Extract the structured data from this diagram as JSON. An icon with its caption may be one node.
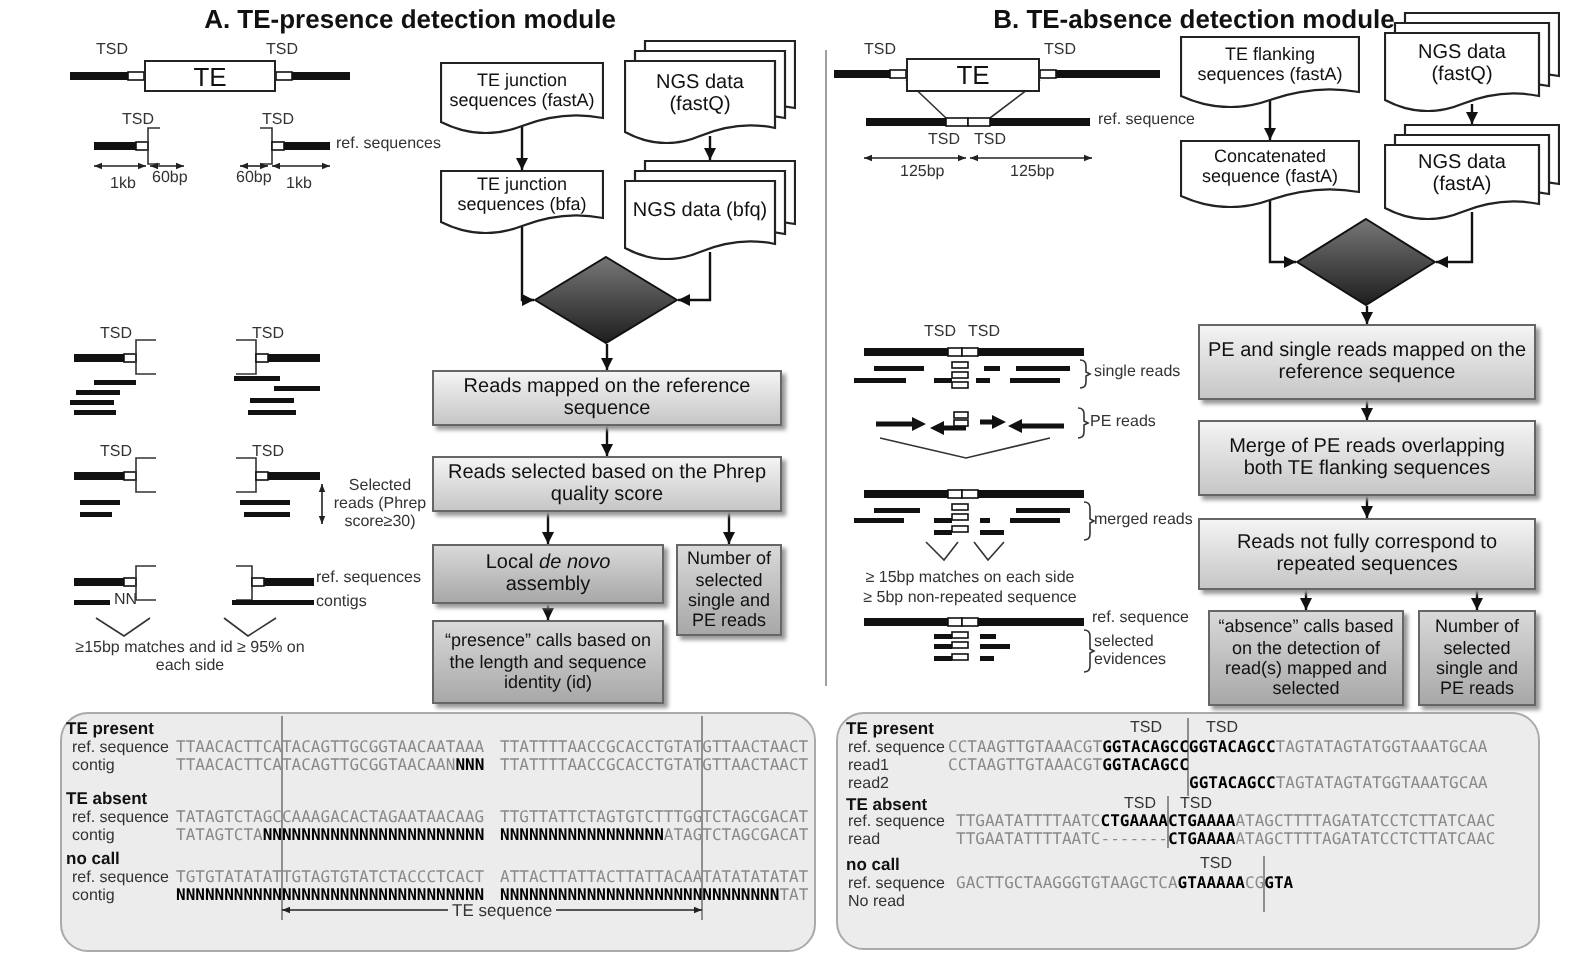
{
  "diagram": {
    "nodes": [
      {
        "text": [
          "TE junction sequences (fastA)"
        ]
      },
      {
        "text": [
          "NGS data (fastQ)"
        ]
      },
      {
        "text": [
          "TE junction sequences (bfa)"
        ]
      },
      {
        "text": [
          "NGS data (bfq)"
        ]
      },
      {
        "text": [],
        "shape": "diamond"
      },
      {
        "text": [
          "Reads mapped on the reference sequence"
        ]
      },
      {
        "text": [
          "Reads selected based on the Phrep quality score"
        ]
      },
      {
        "text": [
          "Local *de novo* assembly"
        ]
      },
      {
        "text": [
          "Number of selected single and PE reads"
        ]
      },
      {
        "text": [
          "“presence” calls based on the length and sequence identity (id)"
        ]
      },
      {
        "text": [
          "TE flanking sequences (fastA)"
        ]
      },
      {
        "text": [
          "NGS data (fastQ)"
        ]
      },
      {
        "text": [
          "Concatenated sequence (fastA)"
        ]
      },
      {
        "text": [
          "NGS data (fastA)"
        ]
      },
      {
        "text": [],
        "shape": "diamond"
      },
      {
        "text": [
          "PE and single reads mapped on the reference sequence"
        ]
      },
      {
        "text": [
          "Merge of PE reads overlapping both TE flanking sequences"
        ]
      },
      {
        "text": [
          "Reads not fully correspond to repeated sequences"
        ]
      },
      {
        "text": [
          "“absence” calls based on the detection of read(s) mapped and selected"
        ]
      },
      {
        "text": [
          "Number of selected single and PE reads"
        ]
      },
      {
        "text": [
          "TE"
        ]
      },
      {
        "text": [
          "TE"
        ]
      }
    ],
    "edges": [
      {
        "from": 0,
        "to": 2,
        "arrow": "to"
      },
      {
        "from": 1,
        "to": 3,
        "arrow": "to"
      },
      {
        "from": 2,
        "to": 4,
        "arrow": "to"
      },
      {
        "from": 3,
        "to": 4,
        "arrow": "to"
      },
      {
        "from": 4,
        "to": 5,
        "arrow": "to"
      },
      {
        "from": 5,
        "to": 6,
        "arrow": "to"
      },
      {
        "from": 6,
        "to": 7,
        "arrow": "to"
      },
      {
        "from": 6,
        "to": 8,
        "arrow": "to"
      },
      {
        "from": 7,
        "to": 9,
        "arrow": "to"
      },
      {
        "from": 10,
        "to": 12,
        "arrow": "to"
      },
      {
        "from": 11,
        "to": 13,
        "arrow": "to"
      },
      {
        "from": 12,
        "to": 14,
        "arrow": "to"
      },
      {
        "from": 13,
        "to": 14,
        "arrow": "to"
      },
      {
        "from": 14,
        "to": 15,
        "arrow": "to"
      },
      {
        "from": 15,
        "to": 16,
        "arrow": "to"
      },
      {
        "from": 16,
        "to": 17,
        "arrow": "to"
      },
      {
        "from": 17,
        "to": 18,
        "arrow": "to"
      },
      {
        "from": 17,
        "to": 19,
        "arrow": "to"
      }
    ],
    "labels": [
      "A. TE-presence detection module",
      "TSD",
      "TSD",
      "TSD",
      "TSD",
      "ref. sequences",
      "1kb",
      "60bp",
      "60bp",
      "1kb",
      "TSD",
      "TSD",
      "TSD",
      "TSD",
      "Selected reads (Phrep score≥30)",
      "ref. sequences",
      "contigs",
      "NN",
      "≥15bp matches and id ≥ 95% on each side",
      "B. TE-absence detection module",
      "TSD",
      "TSD",
      "ref. sequence",
      "TSD",
      "TSD",
      "125bp",
      "125bp",
      "TSD",
      "TSD",
      "single reads",
      "PE reads",
      "merged reads",
      "≥ 15bp matches on each side",
      "≥ 5bp non-repeated sequence",
      "ref. sequence",
      "selected evidences",
      "TE present",
      "ref. sequence",
      "TTAACACTTCATACAGTTGCGGTAACAATAAA",
      "TTATTTTAACCGCACCTGTATGTTAACTAACT",
      "contig",
      "TTAACACTTCATACAGTTGCGGTAACAAN**NNN**",
      "TTATTTTAACCGCACCTGTATGTTAACTAACT",
      "TE absent",
      "ref. sequence",
      "TATAGTCTAGCCAAAGACACTAGAATAACAAG",
      "TTGTTATTCTAGTGTCTTTGGTCTAGCGACAT",
      "contig",
      "TATAGTCTA**NNNNNNNNNNNNNNNNNNNNNNN**",
      "**NNNNNNNNNNNNNNNNN**ATAGTCTAGCGACAT",
      "no call",
      "ref. sequence",
      "TGTGTATATATTGTAGTGTATCTACCCTCACT",
      "ATTACTTATTACTTATTACAATATATATATAT",
      "contig",
      "**NNNNNNNNNNNNNNNNNNNNNNNNNNNNNNNN**",
      "**NNNNNNNNNNNNNNNNNNNNNNNNNNNNN**TAT",
      "TE sequence",
      "TE present",
      "TSD",
      "TSD",
      "ref. sequence",
      "CCTAAGTTGTAAACGT**GGTACAGCCGGTACAGCC**TAGTATAGTATGGTAAATGCAA",
      "read1",
      "CCTAAGTTGTAAACGT**GGTACAGCC**",
      "read2",
      "**GGTACAGCC**TAGTATAGTATGGTAAATGCAA",
      "TE absent",
      "TSD",
      "TSD",
      "ref. sequence",
      "TTGAATATTTTAATC**CTGAAAACTGAAAA**ATAGCTTTTAGATATCCTCTTATCAAC",
      "read",
      "TTGAATATTTTAATC-------**CTGAAAA**ATAGCTTTTAGATATCCTCTTATCAAC",
      "no call",
      "TSD",
      "ref. sequence",
      "GACTTGCTAAGGGTGTAAGCTCA**GTAAAAA**CG**GTA**",
      "No read"
    ]
  }
}
